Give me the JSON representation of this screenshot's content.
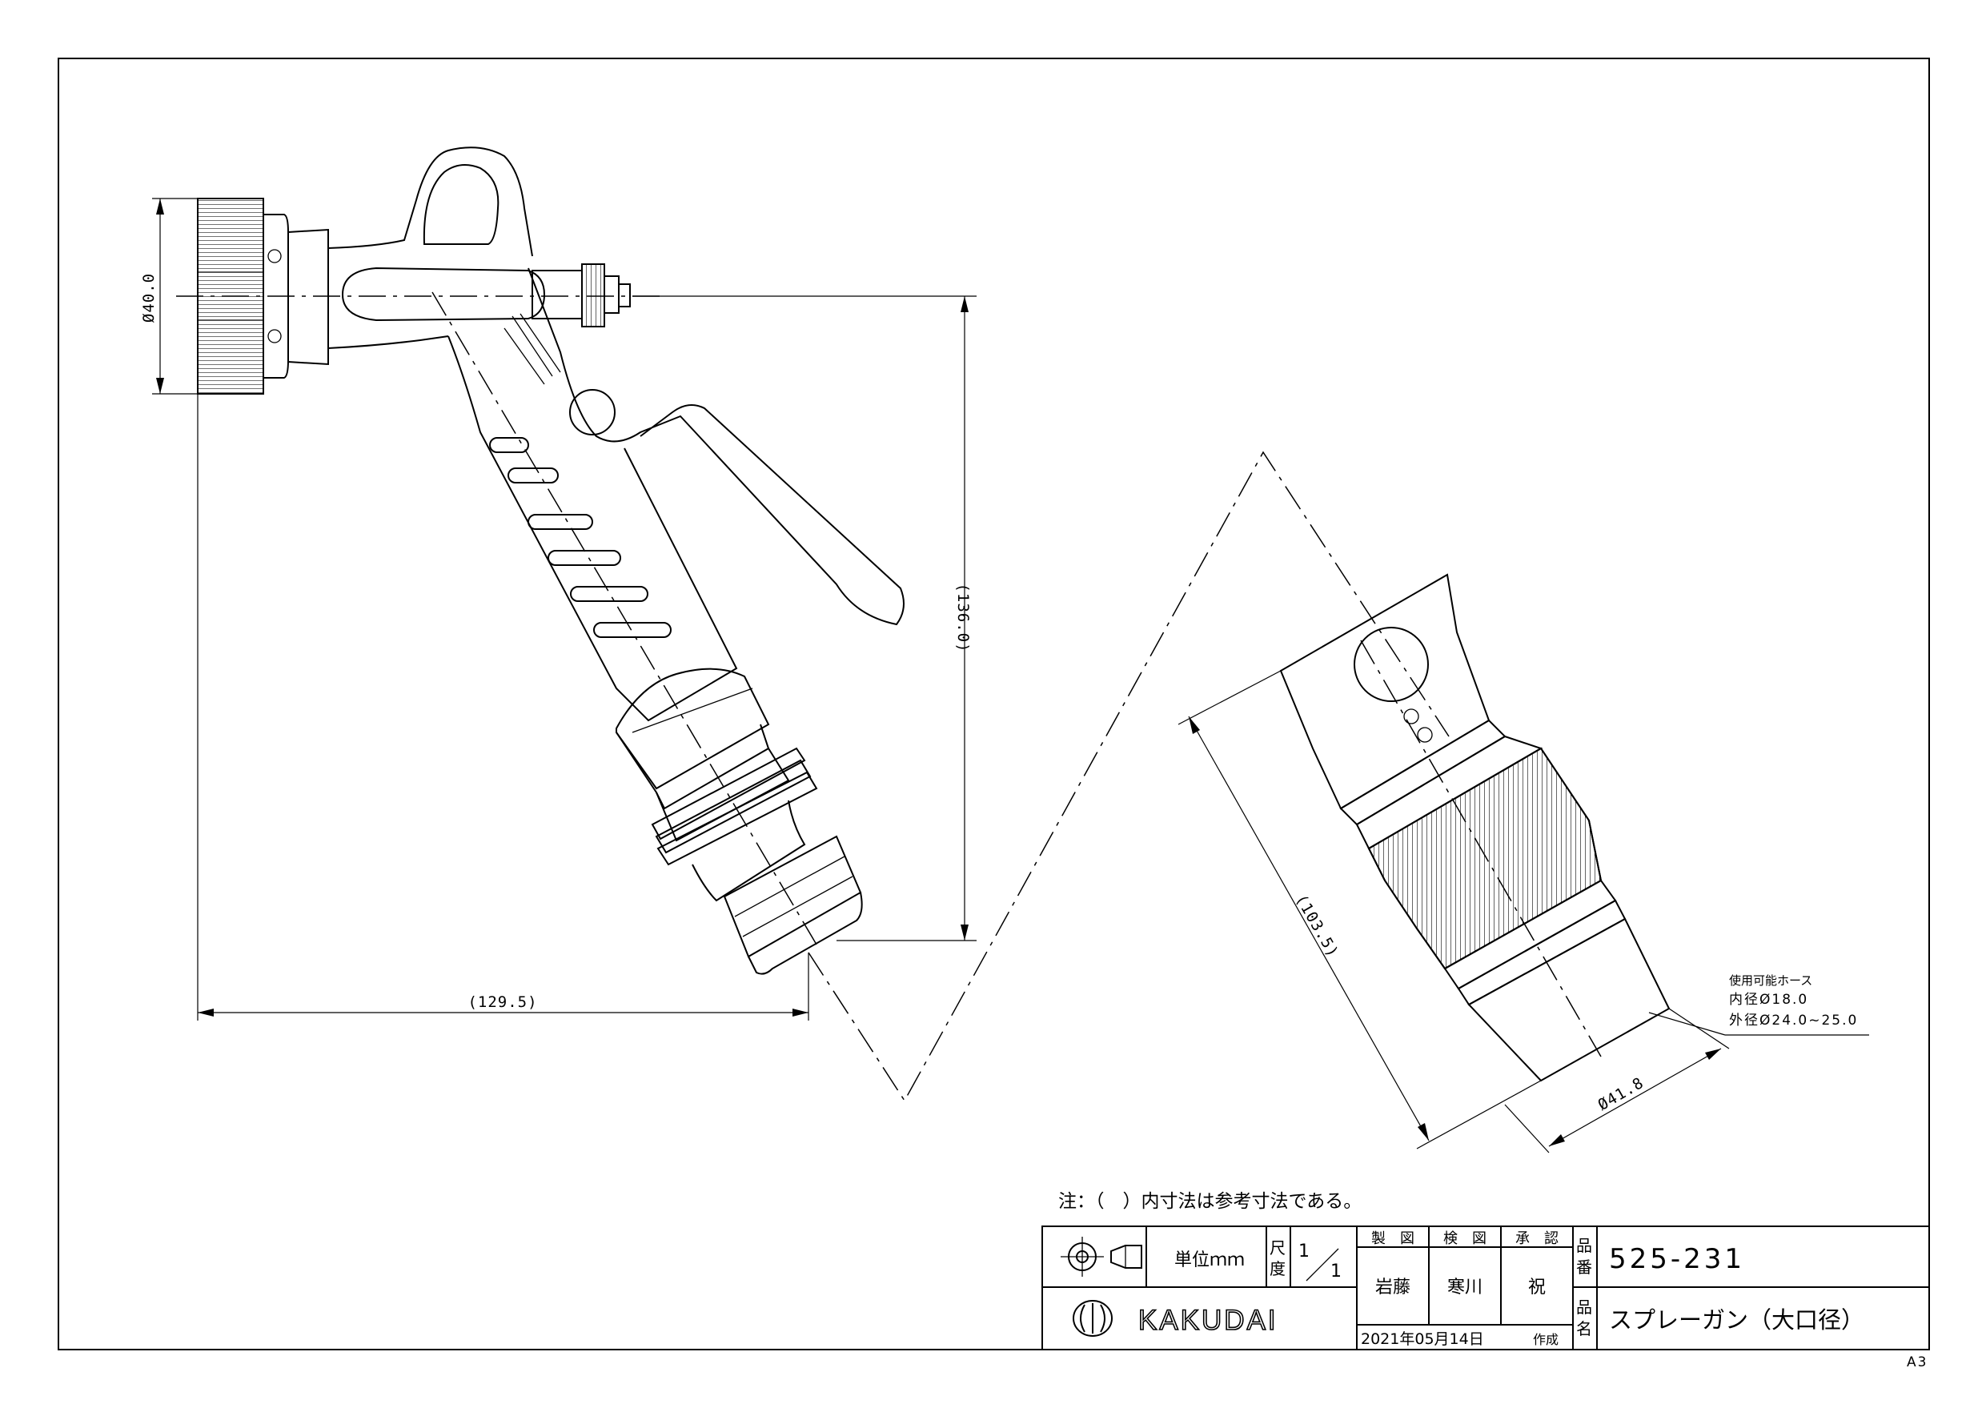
{
  "dimensions": {
    "nozzle_diameter": "Ø40.0",
    "height": "(136.0)",
    "length": "(129.5)",
    "coupler_length": "(103.5)",
    "coupler_diameter": "Ø41.8"
  },
  "hose_note": {
    "line1": "使用可能ホース",
    "line2": "内径Ø18.0",
    "line3": "外径Ø24.0~25.0"
  },
  "note": "注：（　）内寸法は参考寸法である。",
  "title_block": {
    "unit_label": "単位ｍｍ",
    "scale_label_top": "尺",
    "scale_label_bottom": "度",
    "scale_num": "1",
    "scale_den": "1",
    "made_label": "製　図",
    "checked_label": "検　図",
    "approved_label": "承　認",
    "made_by": "岩藤",
    "checked_by": "寒川",
    "approved_by": "祝",
    "date": "2021年05月14日",
    "created_label": "作成",
    "part_no_label_top": "品",
    "part_no_label_bottom": "番",
    "part_no": "525-231",
    "part_name_label_top": "品",
    "part_name_label_bottom": "名",
    "part_name": "スプレーガン（大口径）",
    "brand": "KAKUDAI"
  },
  "sheet_size": "A3"
}
